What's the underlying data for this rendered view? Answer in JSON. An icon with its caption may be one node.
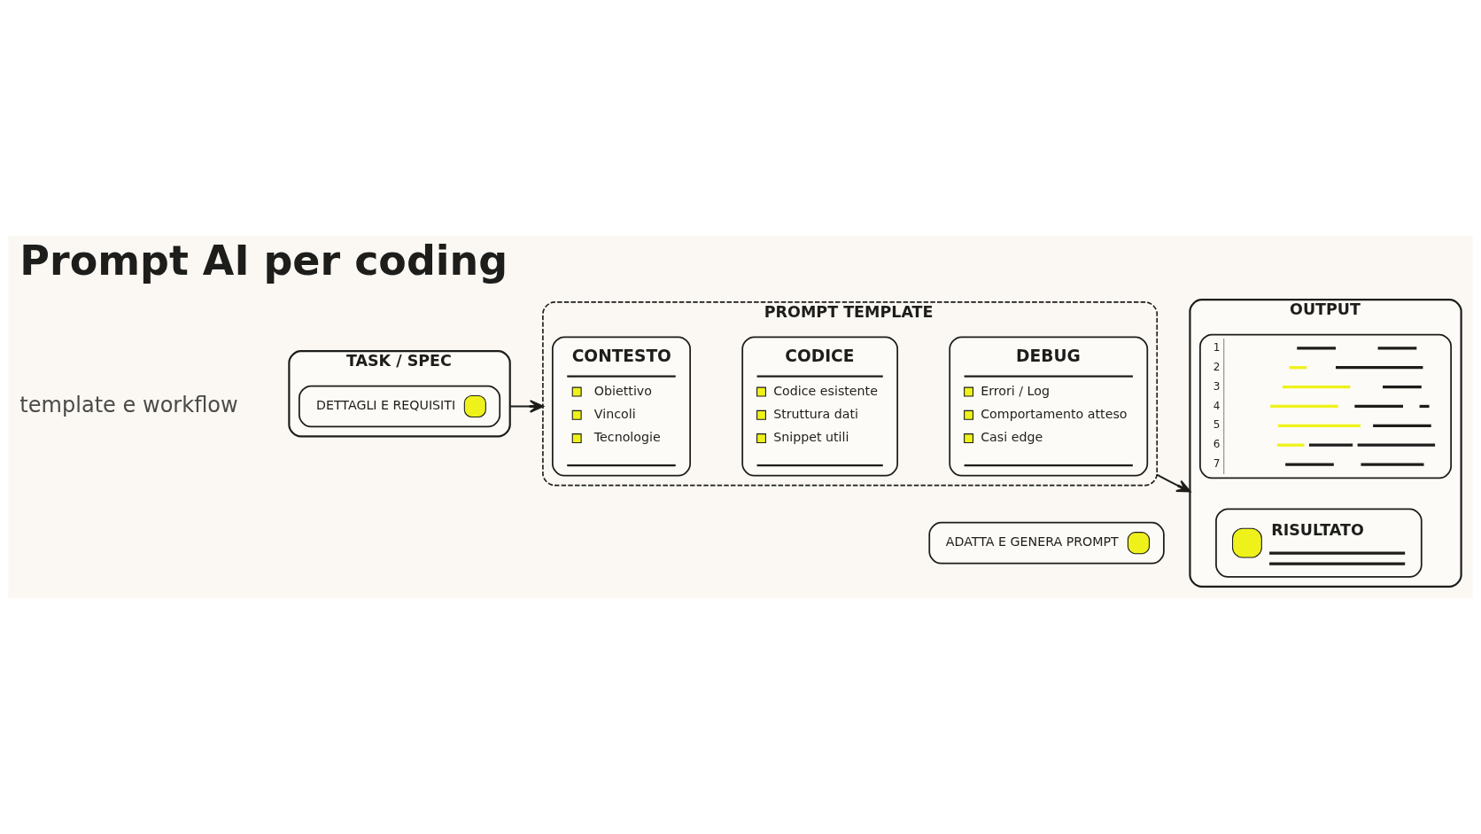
{
  "diagram": {
    "title": "Prompt AI per coding",
    "nodes": [
      {
        "text": [
          "TASK / SPEC"
        ]
      },
      {
        "text": [
          "DETTAGLI E REQUISITI"
        ],
        "in": 0
      },
      {
        "text": [
          "PROMPT TEMPLATE"
        ]
      },
      {
        "text": [
          "CONTESTO",
          "Obiettivo",
          "Vincoli",
          "Tecnologie"
        ],
        "in": 2
      },
      {
        "text": [
          "CODICE",
          "Codice esistente",
          "Struttura dati",
          "Snippet utili"
        ],
        "in": 2
      },
      {
        "text": [
          "DEBUG",
          "Errori / Log",
          "Comportamento atteso",
          "Casi edge"
        ],
        "in": 2
      },
      {
        "text": [
          "ADATTA E GENERA PROMPT"
        ]
      },
      {
        "text": [
          "OUTPUT"
        ]
      },
      {
        "text": [
          "1",
          "2",
          "3",
          "4",
          "5",
          "6",
          "7"
        ],
        "in": 7
      },
      {
        "text": [
          "RISULTATO"
        ],
        "in": 7
      }
    ],
    "edges": [
      {
        "from": 0,
        "to": 2,
        "arrow": "to"
      },
      {
        "from": 2,
        "to": 7,
        "arrow": "to"
      }
    ],
    "labels": [
      "template e workflow"
    ]
  }
}
